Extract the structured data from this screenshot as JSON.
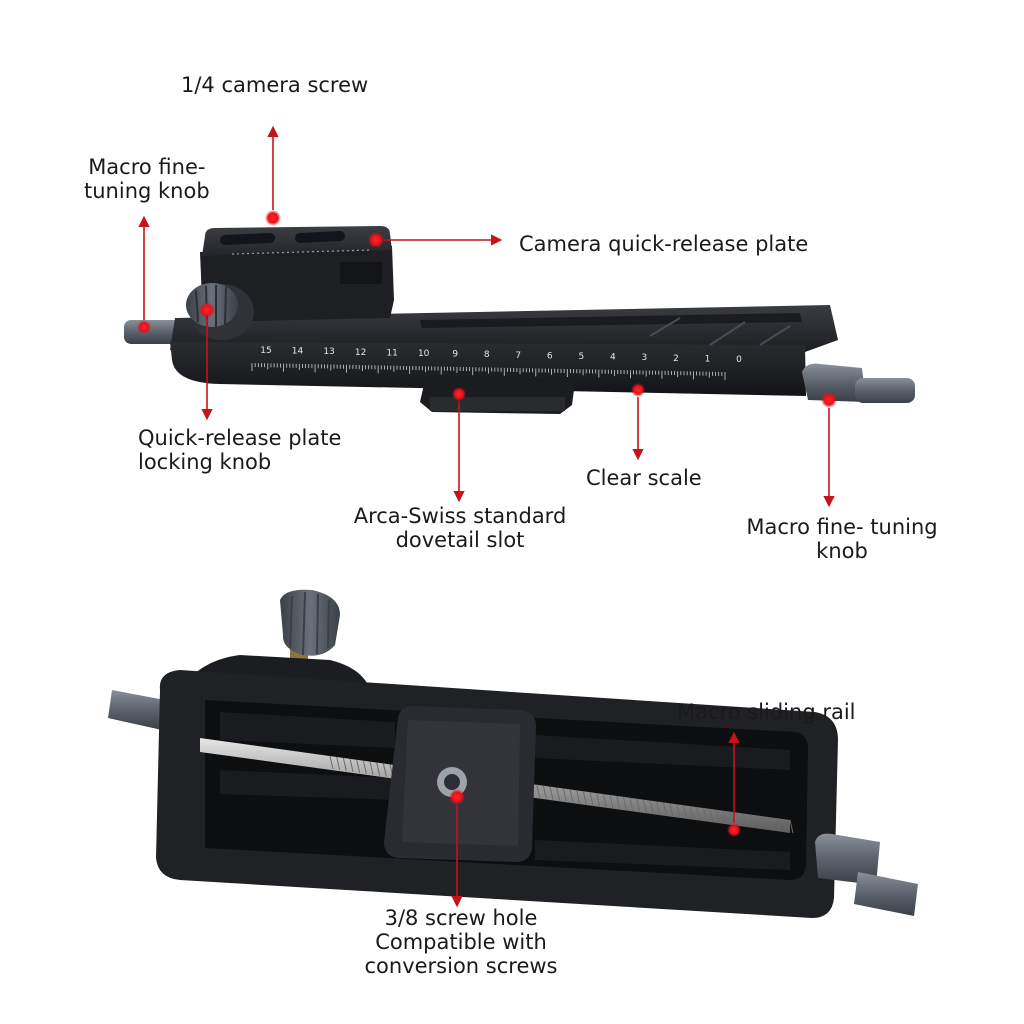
{
  "colors": {
    "background": "#ffffff",
    "body": "#222326",
    "body_dark": "#141518",
    "knob": "#5f6670",
    "marker": "#e8101a",
    "arrow": "#c8121b",
    "scale_text": "#e6e6e6"
  },
  "scale_numbers": [
    "15",
    "14",
    "13",
    "12",
    "11",
    "10",
    "9",
    "8",
    "7",
    "6",
    "5",
    "4",
    "3",
    "2",
    "1",
    "0"
  ],
  "labels": {
    "camera_screw": "1/4 camera screw",
    "macro_knob_left": [
      "Macro fine-",
      "tuning knob"
    ],
    "quick_release_plate": "Camera quick-release plate",
    "locking_knob": [
      "Quick-release plate",
      "locking knob"
    ],
    "dovetail": [
      "Arca-Swiss standard",
      "dovetail slot"
    ],
    "clear_scale": "Clear scale",
    "macro_knob_right": [
      "Macro fine- tuning",
      "knob"
    ],
    "sliding_rail": "Macro sliding rail",
    "screw_hole": [
      "3/8 screw hole",
      "Compatible with",
      "conversion screws"
    ]
  },
  "icons": {
    "marker": "red-dot-marker",
    "arrow": "red-arrow"
  }
}
